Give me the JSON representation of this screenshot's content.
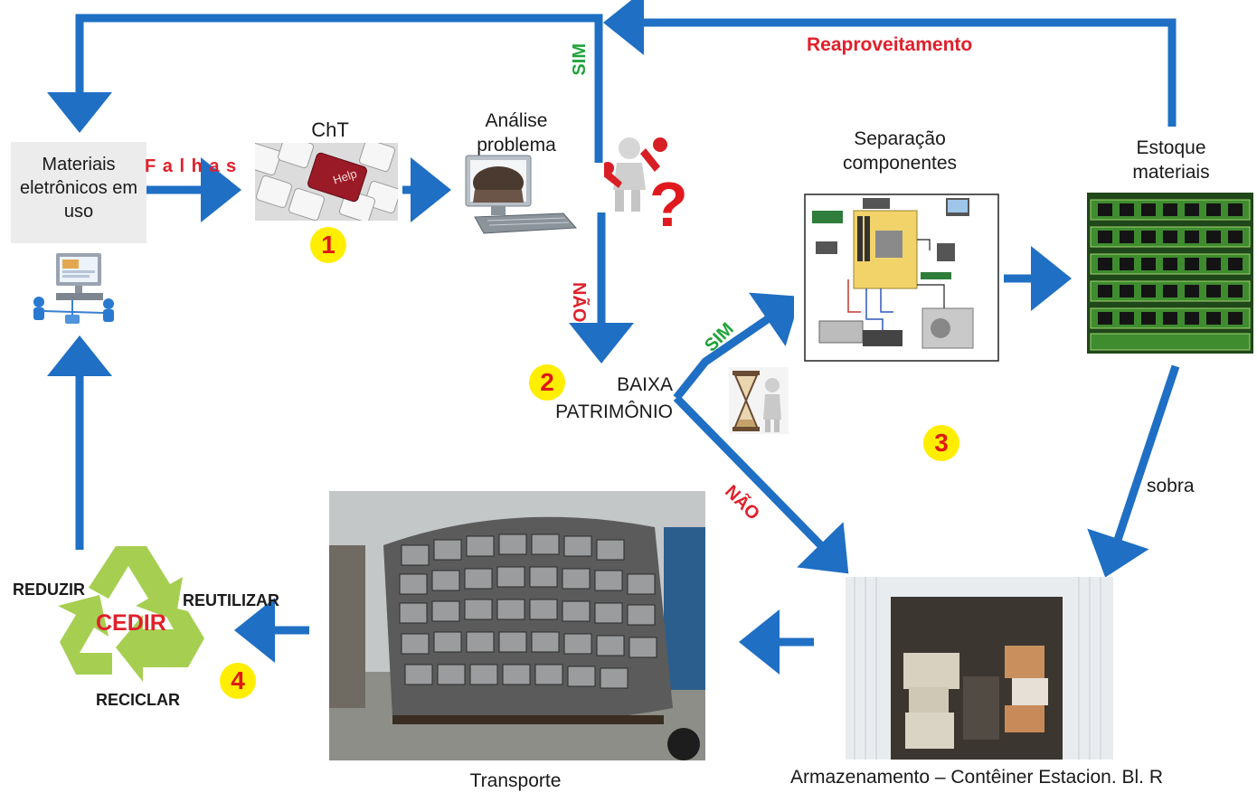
{
  "nodes": {
    "materials": "Materiais eletrônicos em uso",
    "cht": "ChT",
    "help_key": "Help",
    "analysis": "Análise problema",
    "separation": "Separação componentes",
    "stock": "Estoque materiais",
    "baixa": "BAIXA PATRIMÔNIO",
    "transport": "Transporte",
    "storage": "Armazenamento – Contêiner  Estacion. Bl. R"
  },
  "edge_labels": {
    "falhas": "F a l h a s",
    "reaproveitamento": "Reaproveitamento",
    "sim_top": "SIM",
    "nao_down": "NÃO",
    "sim_diag": "SIM",
    "nao_diag": "NÃO",
    "sobra": "sobra"
  },
  "badges": [
    "1",
    "2",
    "3",
    "4"
  ],
  "cedir": {
    "center": "CEDIR",
    "reduzir": "REDUZIR",
    "reutilizar": "REUTILIZAR",
    "reciclar": "RECICLAR"
  },
  "question_mark": "?",
  "colors": {
    "arrow": "#1f6fc4",
    "red_label": "#e0202a",
    "green_label": "#22a33a",
    "badge_bg": "#ffee00",
    "recycle_green": "#a6cf52"
  }
}
